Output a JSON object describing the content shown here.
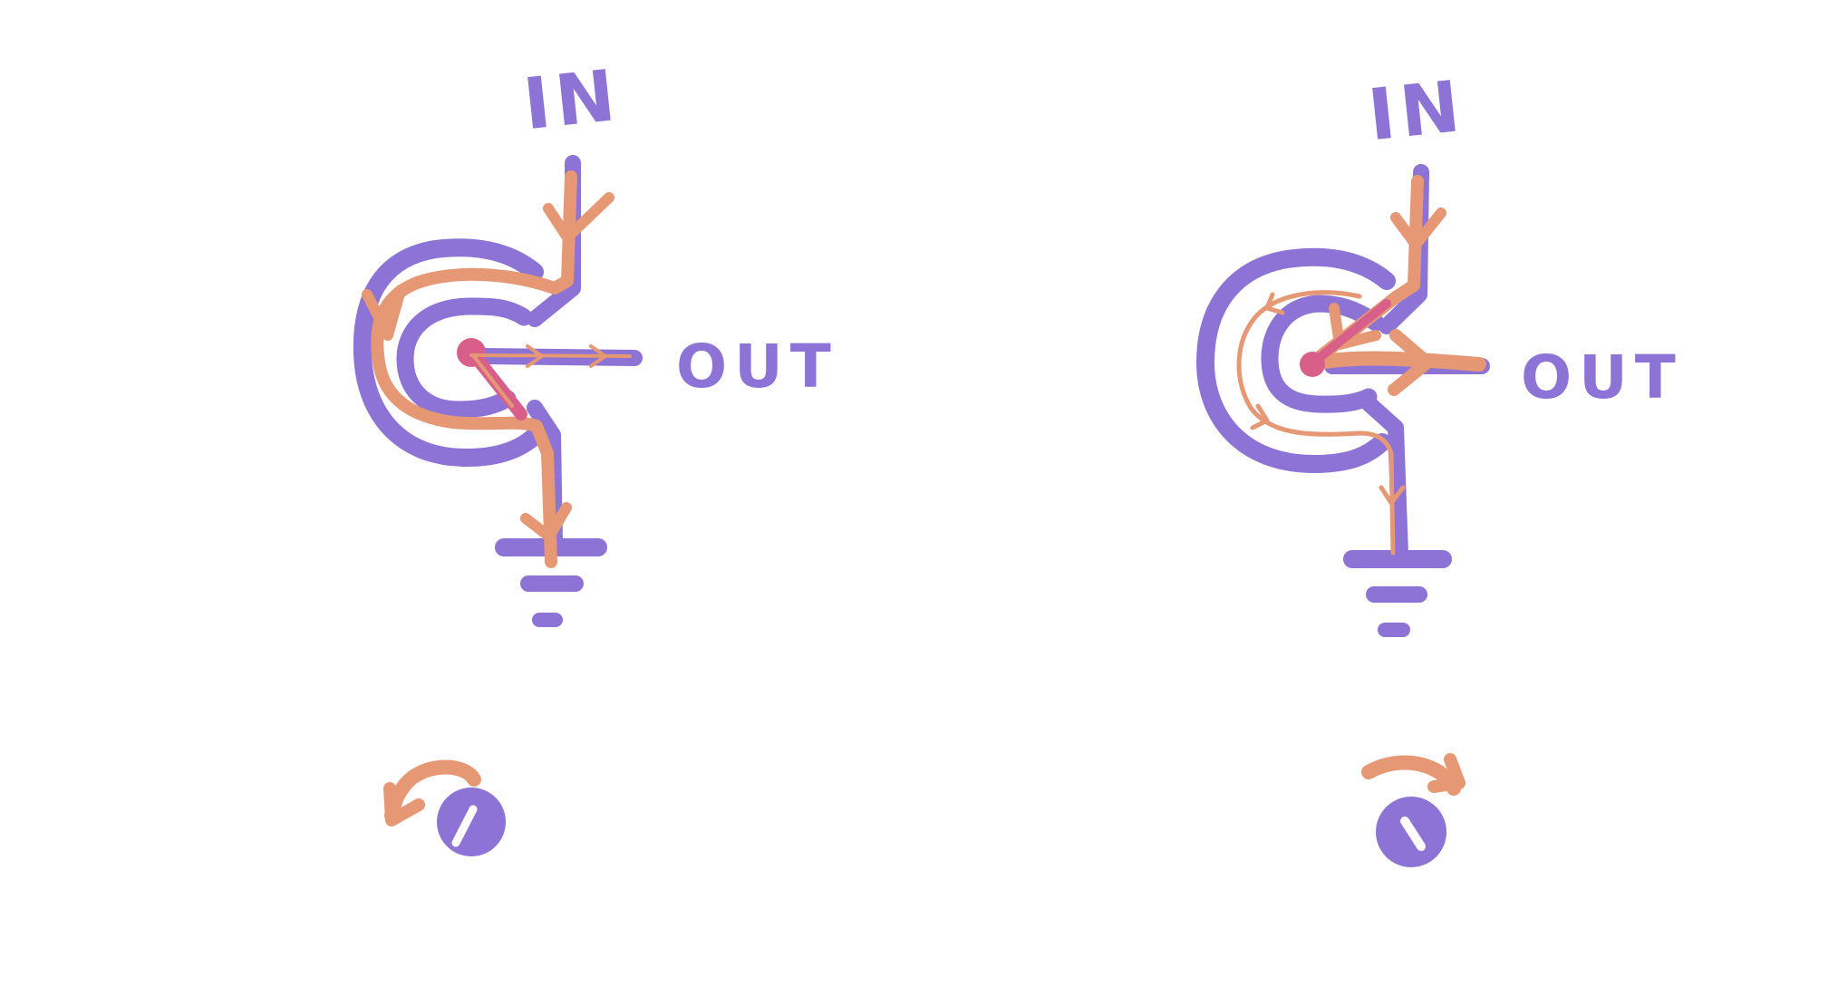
{
  "colors": {
    "background": "#FFFFFF",
    "circuit": "#8C73D5",
    "current_flow": "#E69774",
    "wiper_contact": "#D95F8B"
  },
  "diagrams": [
    {
      "id": "left",
      "input_label": "IN",
      "output_label": "OUT",
      "knob_rotation": "counter-clockwise",
      "description": "Potentiometer with wiper near ground end; current flows around the full resistive track to ground, output taps near ground"
    },
    {
      "id": "right",
      "input_label": "IN",
      "output_label": "OUT",
      "knob_rotation": "clockwise",
      "description": "Potentiometer with wiper near input end; most current goes directly to output, little current travels the track to ground"
    }
  ]
}
